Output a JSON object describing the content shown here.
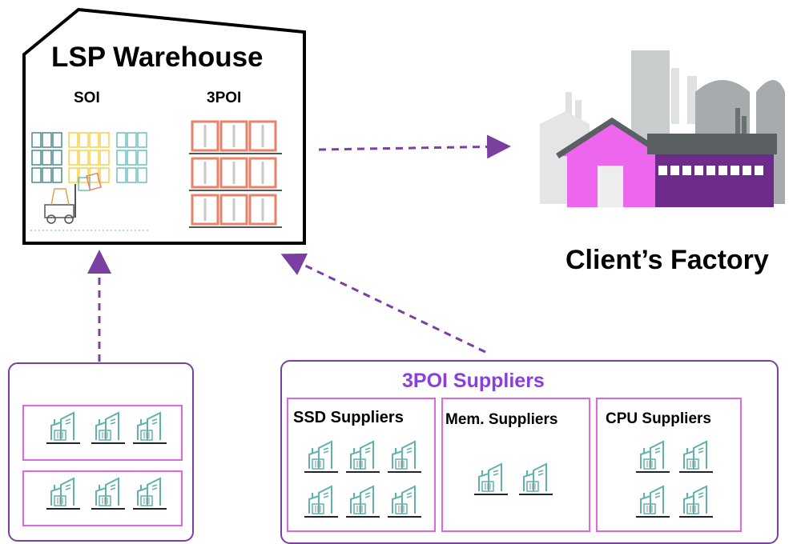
{
  "warehouse": {
    "title": "LSP Warehouse",
    "soi_label": "SOI",
    "threepoi_label": "3POI"
  },
  "factory": {
    "label": "Client’s  Factory"
  },
  "suppliers": {
    "title": "3POI Suppliers",
    "groups": [
      {
        "label": "SSD Suppliers",
        "count": 6
      },
      {
        "label": "Mem. Suppliers",
        "count": 2
      },
      {
        "label": "CPU Suppliers",
        "count": 4
      }
    ]
  },
  "soi_suppliers": {
    "rows": [
      {
        "count": 3
      },
      {
        "count": 3
      }
    ]
  },
  "colors": {
    "arrow": "#7b3fa0",
    "group_border": "#7b3fa0",
    "sub_border": "#e066e0",
    "suppliers_title": "#8a3ee0",
    "building_icon": "#5fb3ad",
    "factory_pink": "#ee66ee",
    "factory_purple": "#6d2c8c",
    "factory_gray": "#9a9ea0",
    "rack_orange": "#e8826a",
    "shelf_teal": "#4a8a8a",
    "shelf_yellow": "#f5d04a"
  }
}
